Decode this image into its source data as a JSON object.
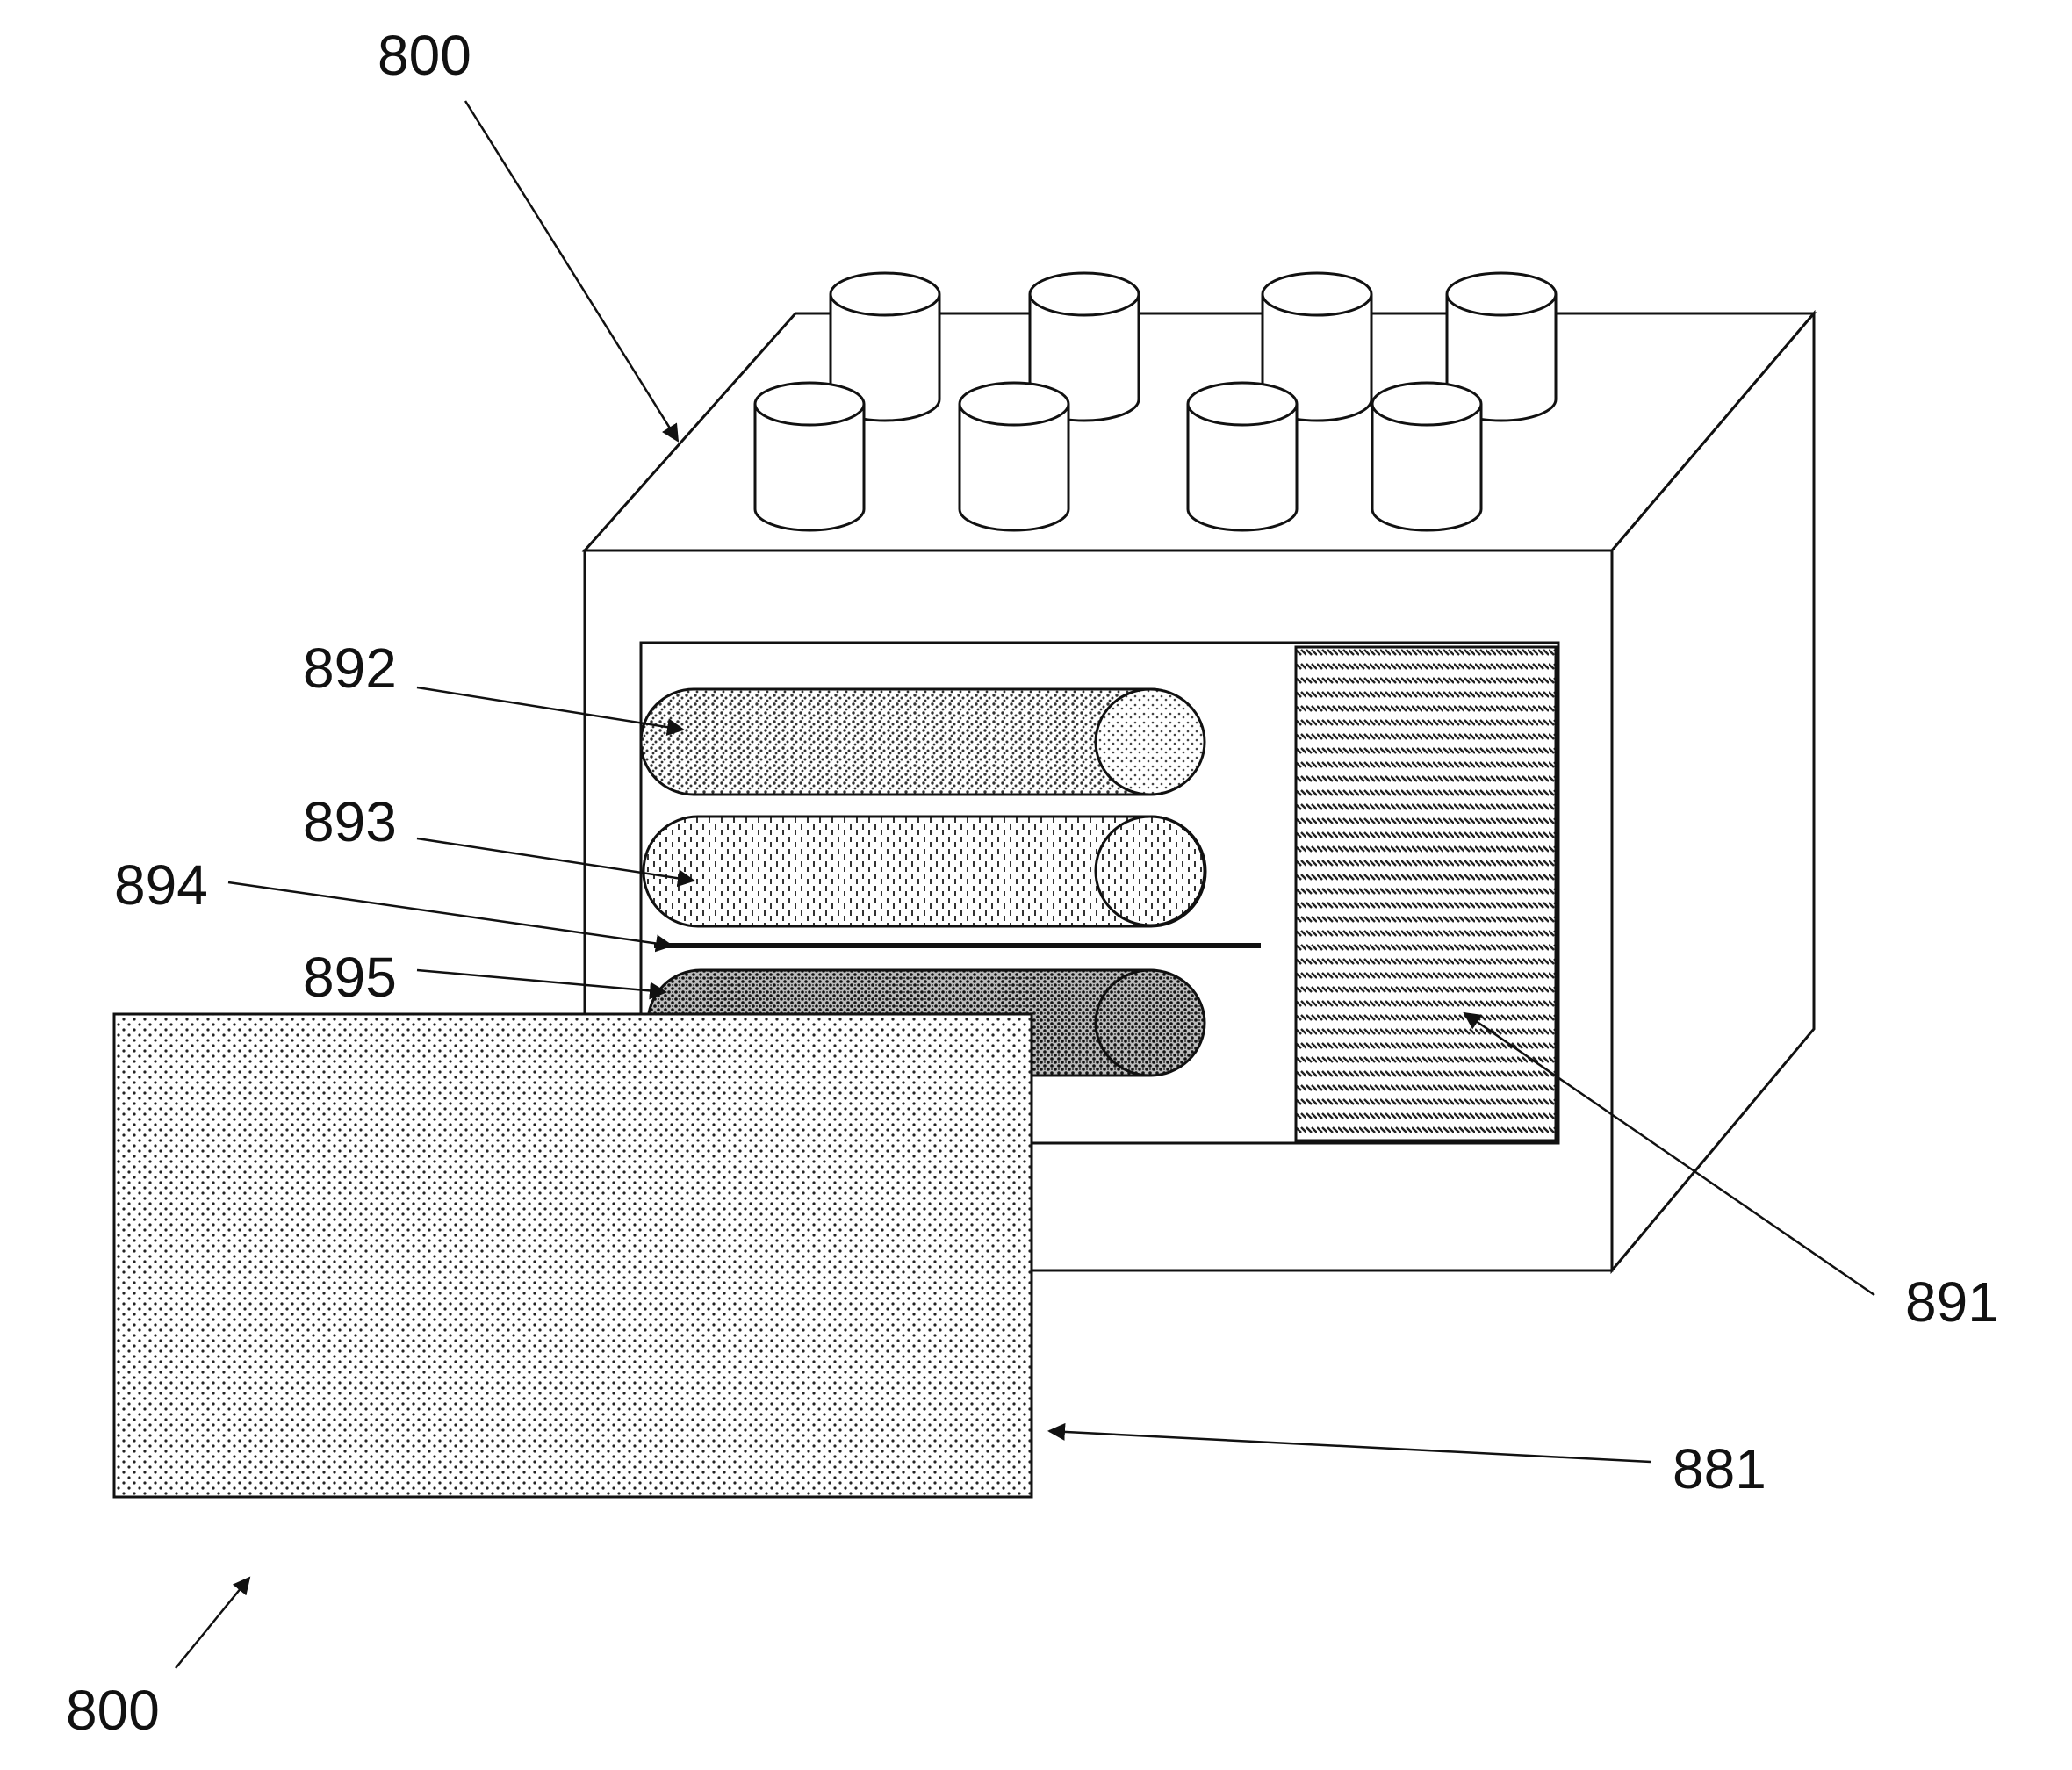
{
  "labels": {
    "top_device": "800",
    "bottom_device": "800",
    "tube_top": "892",
    "tube_middle": "893",
    "separator": "894",
    "tube_bottom": "895",
    "side_panel": "891",
    "front_panel": "881"
  },
  "colors": {
    "ink": "#111111",
    "paper": "#ffffff"
  }
}
